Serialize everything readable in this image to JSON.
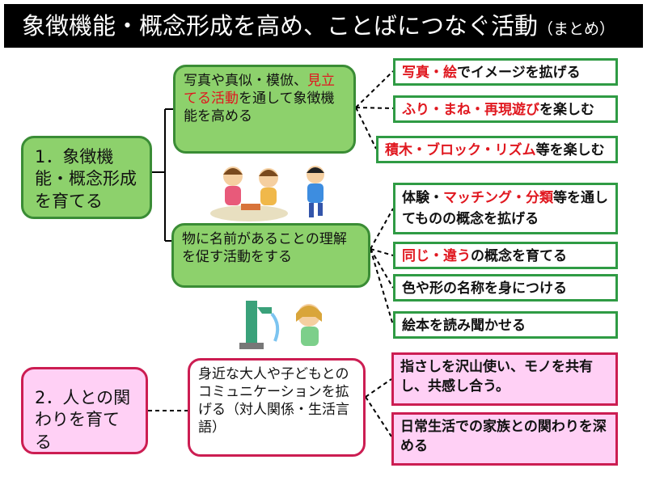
{
  "title": {
    "main": "象徴機能・概念形成を高め、ことばにつなぐ活動",
    "sub": "（まとめ）"
  },
  "section1": {
    "label": "1．象徴機能・概念形成を育てる",
    "group_a": {
      "text": {
        "pre": "写真や真似・模倣、",
        "red": "見立てる活動",
        "post": "を通して象徴機能を高める"
      },
      "items": [
        {
          "red": "写真・絵",
          "rest": "でイメージを拡げる"
        },
        {
          "red": "ふり・まね・再現遊び",
          "rest": "を楽しむ"
        },
        {
          "red": "積木・ブロック・リズム",
          "rest": "等を楽しむ"
        }
      ]
    },
    "group_b": {
      "text": "物に名前があることの理解を促す活動をする",
      "items": [
        {
          "pre": "体験・",
          "red": "マッチング・分類",
          "rest": "等を通してものの概念を拡げる"
        },
        {
          "pre": "",
          "red": "同じ・違う",
          "rest": "の概念を育てる"
        },
        {
          "pre": "",
          "red": "",
          "rest": "色や形の名称を身につける"
        },
        {
          "pre": "",
          "red": "",
          "rest": "絵本を読み聞かせる"
        }
      ]
    }
  },
  "section2": {
    "label": "2．人との関わりを育てる",
    "middle": "身近な大人や子どもとのコミュニケーションを拡げる（対人関係・生活言語）",
    "items": [
      "指さしを沢山使い、モノを共有し、共感し合う。",
      "日常生活での家族との関わりを深める"
    ]
  }
}
